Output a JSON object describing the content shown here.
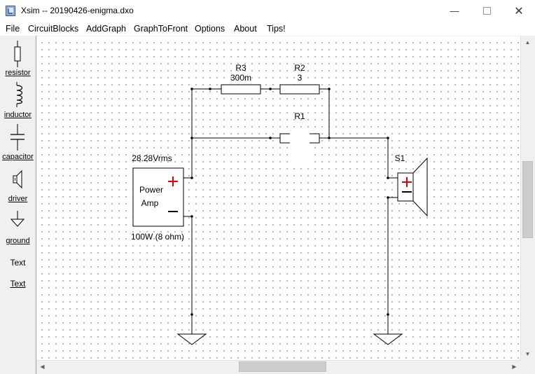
{
  "window": {
    "title": "Xsim -- 20190426-enigma.dxo"
  },
  "menu": [
    "File",
    "CircuitBlocks",
    "AddGraph",
    "GraphToFront",
    "Options",
    "About",
    "Tips!"
  ],
  "palette": [
    {
      "label": "resistor"
    },
    {
      "label": "inductor"
    },
    {
      "label": "capacitor"
    },
    {
      "label": "driver"
    },
    {
      "label": "ground"
    },
    {
      "label": "Text",
      "underline": false
    },
    {
      "label": "Text",
      "underline": true
    }
  ],
  "circuit": {
    "R3": {
      "name": "R3",
      "value": "300m"
    },
    "R2": {
      "name": "R2",
      "value": "3"
    },
    "R1": {
      "name": "R1"
    },
    "amp": {
      "voltage": "28.28Vrms",
      "line1": "Power",
      "line2": "Amp",
      "rating": "100W (8 ohm)"
    },
    "speaker": {
      "name": "S1"
    }
  },
  "colors": {
    "plus": "#e00000",
    "wire": "#000000",
    "grid_dot": "#7a7a7a"
  }
}
